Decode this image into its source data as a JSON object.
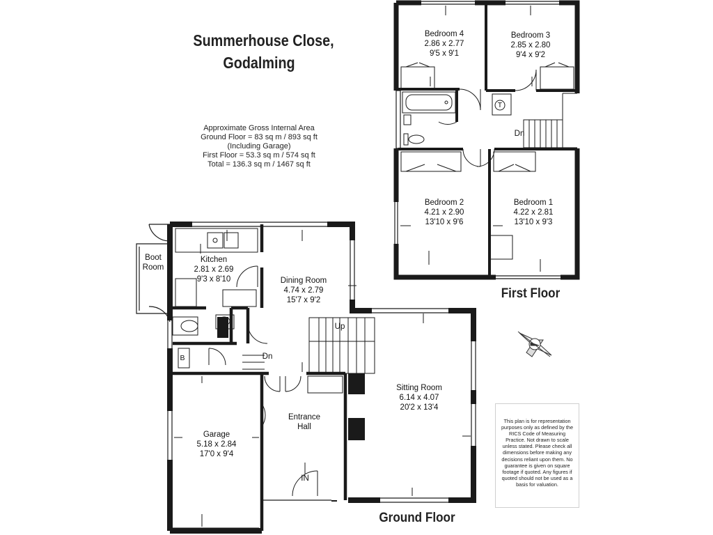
{
  "title": {
    "line1": "Summerhouse Close,",
    "line2": "Godalming"
  },
  "area_info": {
    "heading": "Approximate Gross Internal Area",
    "ground": "Ground Floor = 83 sq m / 893 sq ft",
    "including": "(Including Garage)",
    "first": "First Floor = 53.3 sq m / 574 sq ft",
    "total": "Total = 136.3 sq m / 1467 sq ft"
  },
  "floors": {
    "first": "First Floor",
    "ground": "Ground Floor"
  },
  "rooms": {
    "bedroom4": {
      "name": "Bedroom 4",
      "metric": "2.86 x 2.77",
      "imperial": "9'5 x 9'1"
    },
    "bedroom3": {
      "name": "Bedroom 3",
      "metric": "2.85 x 2.80",
      "imperial": "9'4 x 9'2"
    },
    "bedroom2": {
      "name": "Bedroom 2",
      "metric": "4.21 x 2.90",
      "imperial": "13'10 x 9'6"
    },
    "bedroom1": {
      "name": "Bedroom 1",
      "metric": "4.22 x 2.81",
      "imperial": "13'10 x 9'3"
    },
    "kitchen": {
      "name": "Kitchen",
      "metric": "2.81 x 2.69",
      "imperial": "9'3 x 8'10"
    },
    "dining": {
      "name": "Dining Room",
      "metric": "4.74 x 2.79",
      "imperial": "15'7 x 9'2"
    },
    "sitting": {
      "name": "Sitting Room",
      "metric": "6.14 x 4.07",
      "imperial": "20'2 x 13'4"
    },
    "garage": {
      "name": "Garage",
      "metric": "5.18 x 2.84",
      "imperial": "17'0 x 9'4"
    },
    "hall": {
      "line1": "Entrance",
      "line2": "Hall"
    },
    "boot": {
      "line1": "Boot",
      "line2": "Room"
    }
  },
  "labels": {
    "dn_first": "Dn",
    "dn_ground": "Dn",
    "up": "Up",
    "in": "IN",
    "boiler": "B",
    "tank": "T"
  },
  "disclaimer": "This plan is for representation purposes only as defined by the RICS Code of Measuring Practice. Not drawn to scale unless stated. Please check all dimensions before making any decisions reliant upon them. No guarantee is given on square footage if quoted. Any figures if quoted should not be used as a basis for valuation.",
  "icons": [
    "compass-icon",
    "bath-icon",
    "toilet-icon",
    "sink-icon"
  ]
}
